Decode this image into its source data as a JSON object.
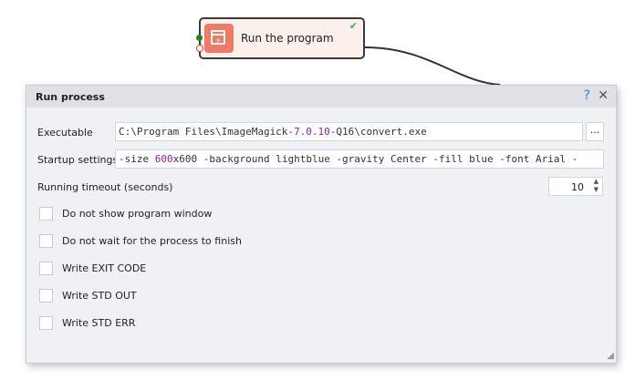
{
  "node": {
    "title": "Run the program",
    "status": "success"
  },
  "dialog": {
    "title": "Run process",
    "help": "?",
    "close": "✕",
    "executable": {
      "label": "Executable",
      "value_parts": [
        {
          "t": "C:\\Program Files\\ImageMagick-",
          "n": false
        },
        {
          "t": "7.0.10",
          "n": true
        },
        {
          "t": "-Q16\\convert.exe",
          "n": false
        }
      ],
      "browse": "..."
    },
    "startup": {
      "label": "Startup settings",
      "value_parts": [
        {
          "t": "-size ",
          "n": false
        },
        {
          "t": "600",
          "n": true
        },
        {
          "t": "x600 -background lightblue -gravity Center -fill blue -font Arial -",
          "n": false
        }
      ]
    },
    "timeout": {
      "label": "Running timeout (seconds)",
      "value": "10"
    },
    "checkboxes": [
      {
        "label": "Do not show program window",
        "checked": false
      },
      {
        "label": "Do not wait for the process to finish",
        "checked": false
      },
      {
        "label": "Write EXIT CODE",
        "checked": false
      },
      {
        "label": "Write STD OUT",
        "checked": false
      },
      {
        "label": "Write STD ERR",
        "checked": false
      }
    ]
  }
}
